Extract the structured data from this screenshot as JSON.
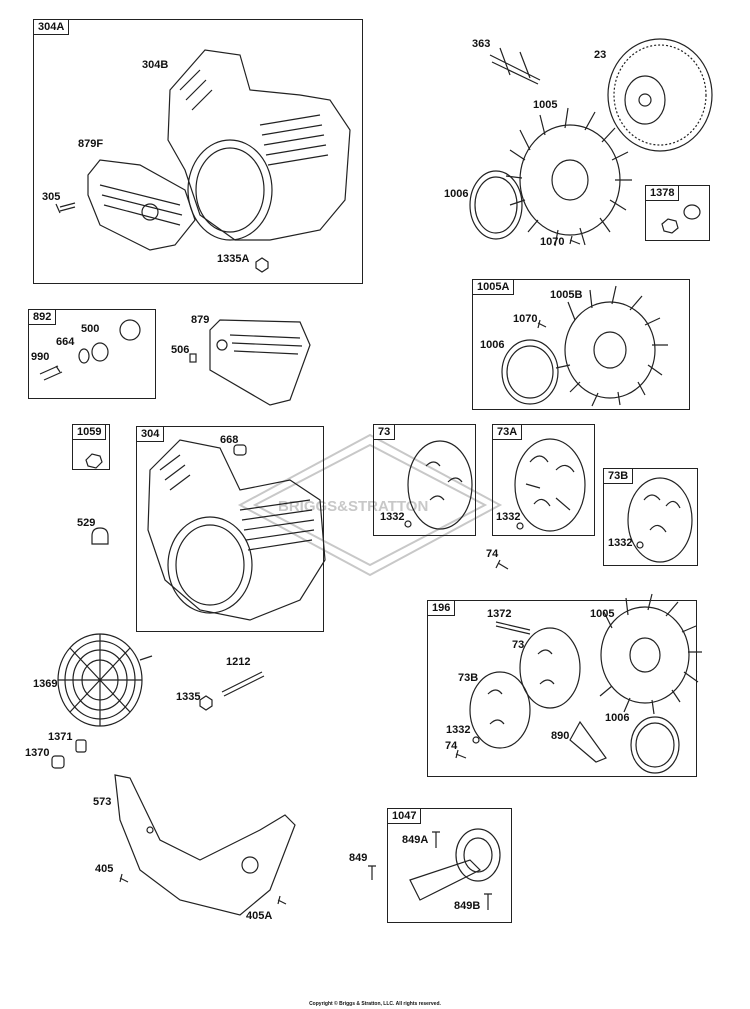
{
  "boxes": {
    "b304A": "304A",
    "b892": "892",
    "b1059": "1059",
    "b304": "304",
    "b73": "73",
    "b73A": "73A",
    "b73B": "73B",
    "b1005A": "1005A",
    "b1378": "1378",
    "b196": "196",
    "b1047": "1047"
  },
  "labels": {
    "l304B": "304B",
    "l879F": "879F",
    "l305": "305",
    "l1335A": "1335A",
    "l363": "363",
    "l23": "23",
    "l1005a": "1005",
    "l1006a": "1006",
    "l1070a": "1070",
    "l1005B": "1005B",
    "l1070b": "1070",
    "l1006b": "1006",
    "l500": "500",
    "l664": "664",
    "l990": "990",
    "l879": "879",
    "l506": "506",
    "l668": "668",
    "l529": "529",
    "l1332a": "1332",
    "l1332b": "1332",
    "l1332c": "1332",
    "l74a": "74",
    "l1372": "1372",
    "l1005c": "1005",
    "l73in": "73",
    "l73Bin": "73B",
    "l1332d": "1332",
    "l74b": "74",
    "l890": "890",
    "l1006c": "1006",
    "l1212": "1212",
    "l1335": "1335",
    "l1369": "1369",
    "l1371": "1371",
    "l1370": "1370",
    "l573": "573",
    "l405": "405",
    "l405A": "405A",
    "l849": "849",
    "l849A": "849A",
    "l849B": "849B"
  },
  "watermark": "BRIGGS&STRATTON",
  "copyright": "Copyright © Briggs & Stratton, LLC. All rights reserved.",
  "colors": {
    "line": "#222222",
    "watermark": "#c8c8c8"
  }
}
